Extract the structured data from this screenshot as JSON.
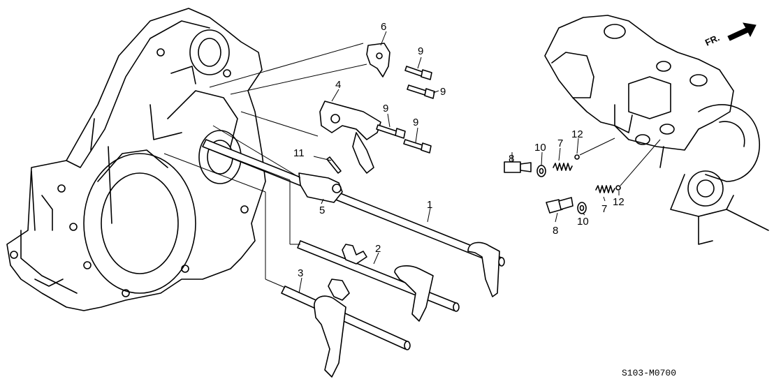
{
  "diagram": {
    "title_code": "S103-M0700",
    "direction_label": "FR.",
    "callouts": [
      {
        "id": "c1",
        "label": "1"
      },
      {
        "id": "c2",
        "label": "2"
      },
      {
        "id": "c3",
        "label": "3"
      },
      {
        "id": "c4",
        "label": "4"
      },
      {
        "id": "c5",
        "label": "5"
      },
      {
        "id": "c6",
        "label": "6"
      },
      {
        "id": "c7a",
        "label": "7"
      },
      {
        "id": "c7b",
        "label": "7"
      },
      {
        "id": "c8a",
        "label": "8"
      },
      {
        "id": "c8b",
        "label": "8"
      },
      {
        "id": "c9a",
        "label": "9"
      },
      {
        "id": "c9b",
        "label": "9"
      },
      {
        "id": "c9c",
        "label": "9"
      },
      {
        "id": "c9d",
        "label": "9"
      },
      {
        "id": "c10a",
        "label": "10"
      },
      {
        "id": "c10b",
        "label": "10"
      },
      {
        "id": "c11",
        "label": "11"
      },
      {
        "id": "c12a",
        "label": "12"
      },
      {
        "id": "c12b",
        "label": "12"
      }
    ],
    "icons": {
      "direction": "front-arrow-icon"
    }
  }
}
